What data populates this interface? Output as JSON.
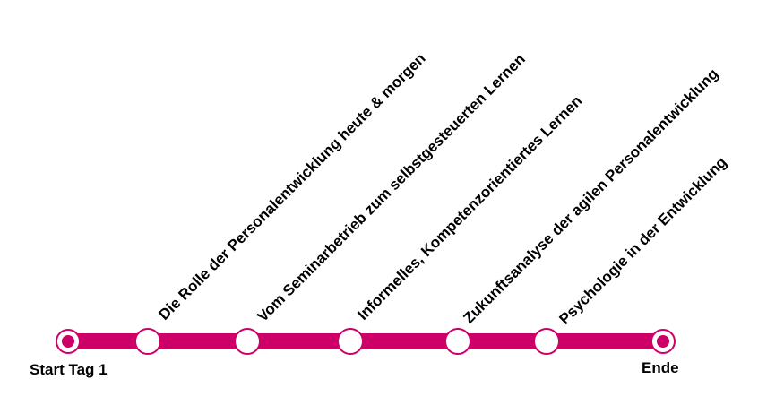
{
  "timeline": {
    "start_label": "Start Tag 1",
    "end_label": "Ende",
    "line_color": "#cc0066",
    "node_fill": "#ffffff",
    "stations": [
      {
        "label": "Die Rolle der Personalentwicklung heute & morgen"
      },
      {
        "label": "Vom Seminarbetrieb zum selbstgesteuerten Lernen"
      },
      {
        "label": "Informelles, Kompetenzorientiertes Lernen"
      },
      {
        "label": "Zukunftsanalyse der agilen Personalentwicklung"
      },
      {
        "label": "Psychologie in der Entwicklung"
      }
    ]
  }
}
